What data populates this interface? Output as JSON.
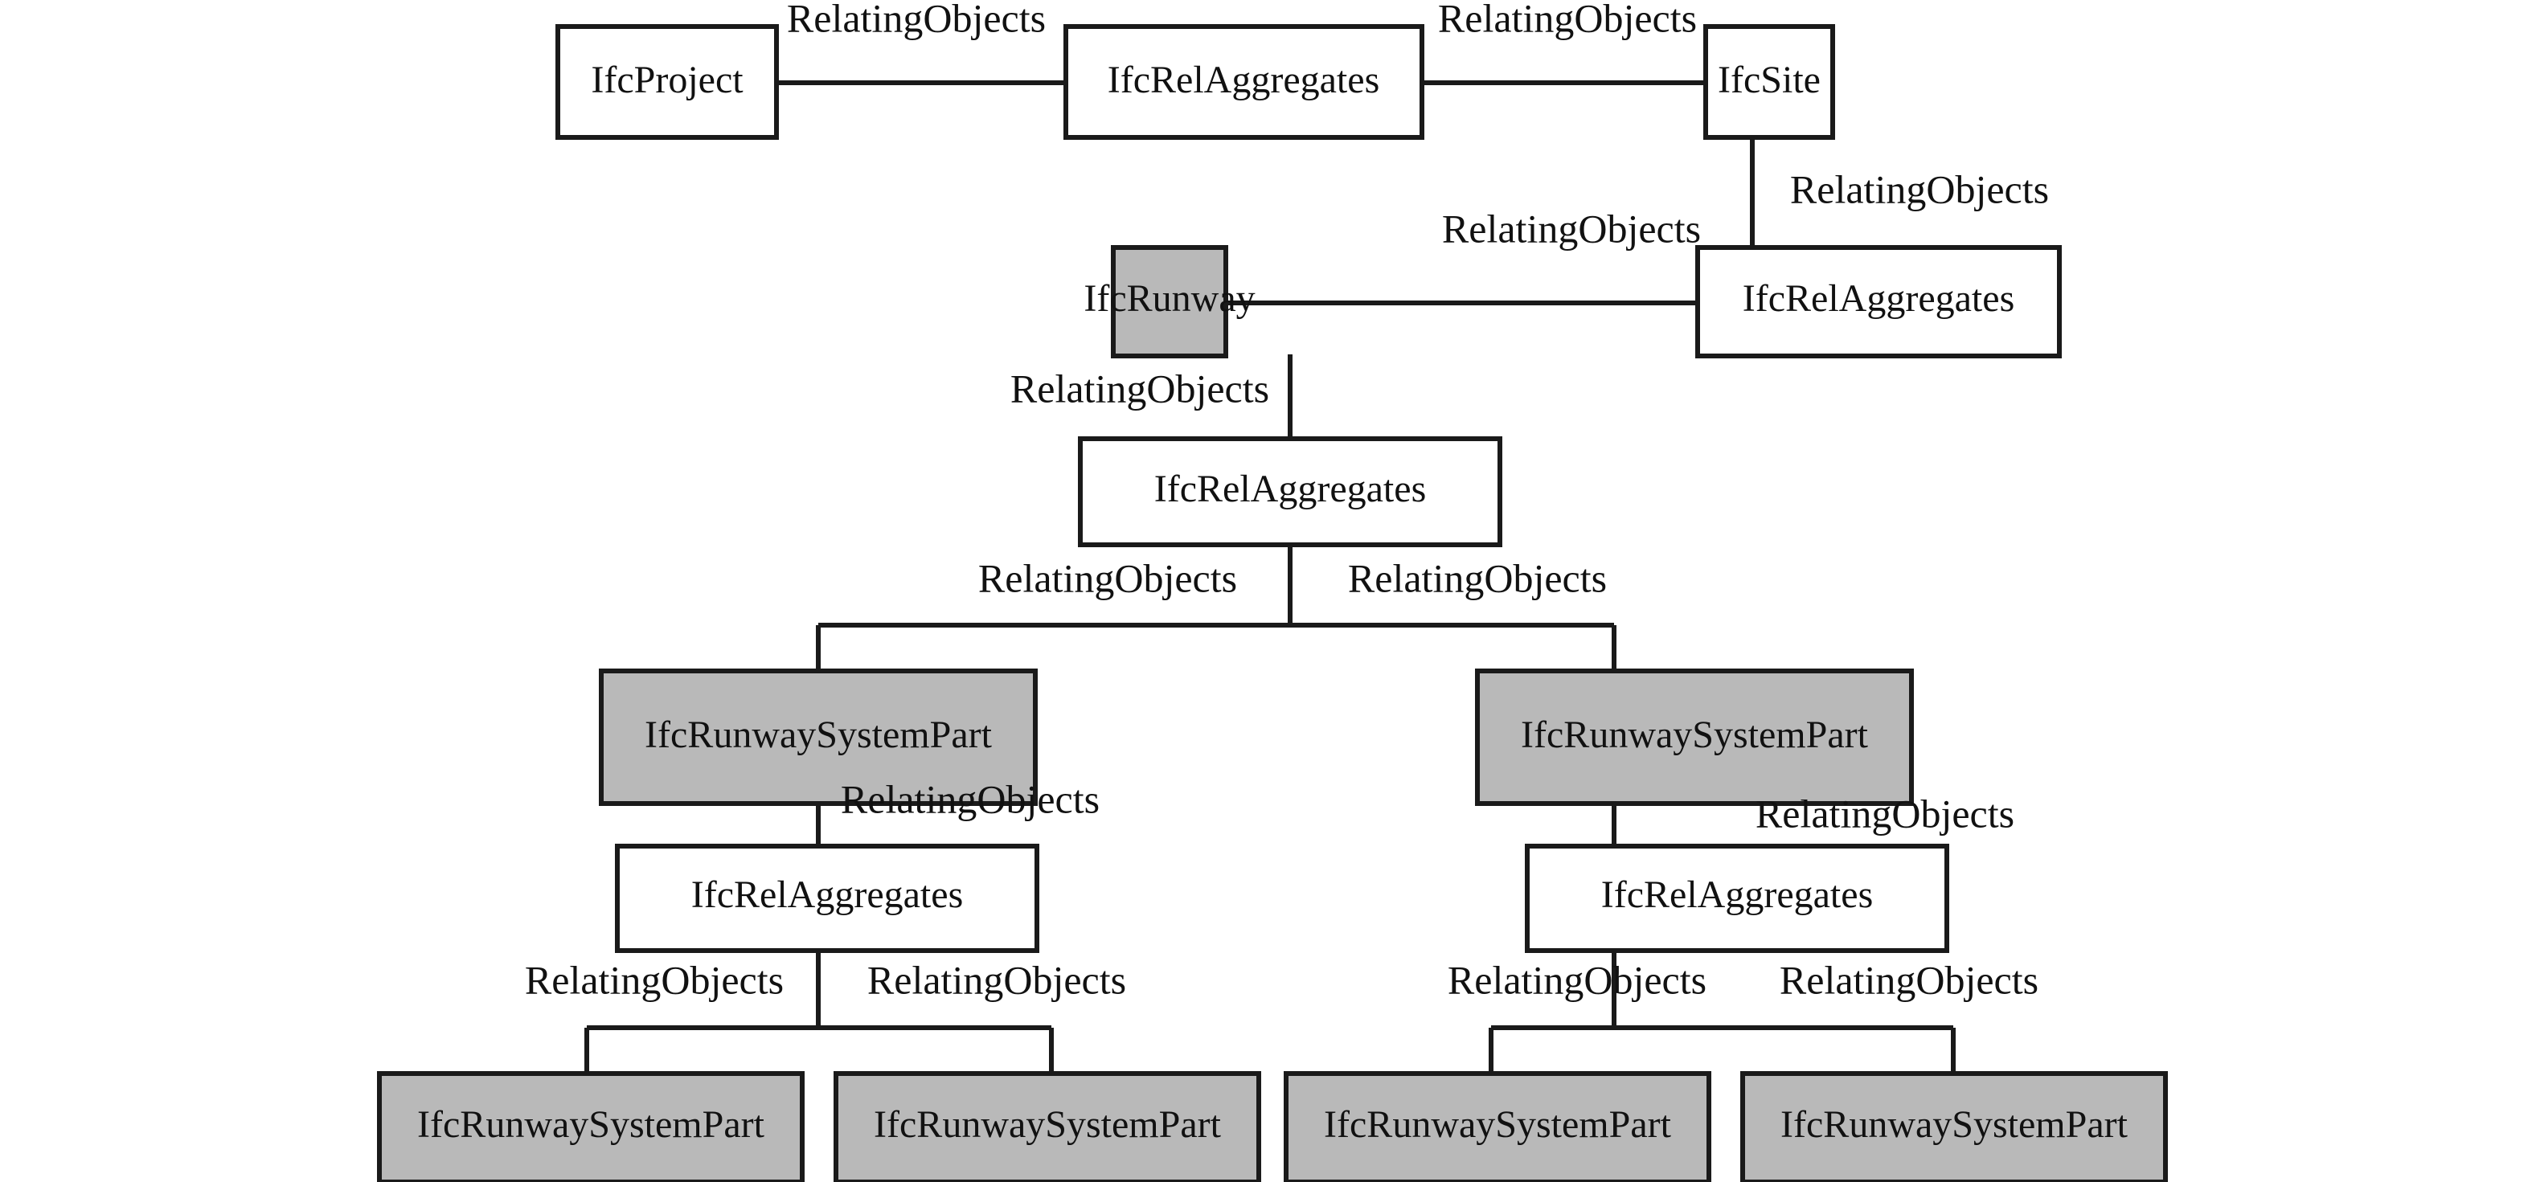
{
  "diagram": {
    "type": "ifc-aggregation-tree",
    "background_color": "#ffffff",
    "stroke_color": "#1a1a1a",
    "shaded_fill": "#b9b9b9",
    "plain_fill": "#ffffff",
    "edge_label_text": "RelatingObjects",
    "nodes": {
      "ifc_project": "IfcProject",
      "rel_aggregates_top": "IfcRelAggregates",
      "ifc_site": "IfcSite",
      "rel_aggregates_site": "IfcRelAggregates",
      "ifc_runway": "IfcRunway",
      "rel_aggregates_runway": "IfcRelAggregates",
      "runway_system_part_left": "IfcRunwaySystemPart",
      "runway_system_part_right": "IfcRunwaySystemPart",
      "rel_aggregates_left": "IfcRelAggregates",
      "rel_aggregates_right": "IfcRelAggregates",
      "leaf_part_1": "IfcRunwaySystemPart",
      "leaf_part_2": "IfcRunwaySystemPart",
      "leaf_part_3": "IfcRunwaySystemPart",
      "leaf_part_4": "IfcRunwaySystemPart"
    },
    "edge_labels": {
      "project_to_relagg": "RelatingObjects",
      "relagg_to_site": "RelatingObjects",
      "site_to_relagg": "RelatingObjects",
      "runway_to_relagg": "RelatingObjects",
      "runway_to_relagg_down": "RelatingObjects",
      "relagg_to_part_left": "RelatingObjects",
      "relagg_to_part_right": "RelatingObjects",
      "part_left_to_relagg": "RelatingObjects",
      "part_right_to_relagg": "RelatingObjects",
      "relagg_left_to_leaf1": "RelatingObjects",
      "relagg_left_to_leaf2": "RelatingObjects",
      "relagg_right_to_leaf3": "RelatingObjects",
      "relagg_right_to_leaf4": "RelatingObjects"
    }
  }
}
